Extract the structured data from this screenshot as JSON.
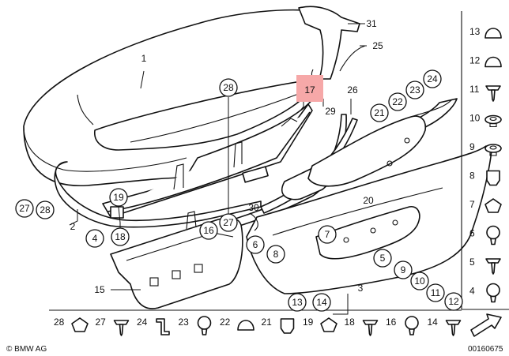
{
  "diagram": {
    "highlighted_callout": "17",
    "callouts": [
      {
        "id": "c-1",
        "label": "1",
        "style": "plain"
      },
      {
        "id": "c-31",
        "label": "31",
        "style": "plain"
      },
      {
        "id": "c-25",
        "label": "25",
        "style": "plain"
      },
      {
        "id": "c-2",
        "label": "2",
        "style": "plain"
      },
      {
        "id": "c-3",
        "label": "3",
        "style": "plain"
      },
      {
        "id": "c-15",
        "label": "15",
        "style": "plain"
      },
      {
        "id": "c-17",
        "label": "17",
        "style": "highlight"
      },
      {
        "id": "c-29",
        "label": "29",
        "style": "plain"
      },
      {
        "id": "c-26",
        "label": "26",
        "style": "plain"
      },
      {
        "id": "c-20",
        "label": "20",
        "style": "plain"
      },
      {
        "id": "c-30",
        "label": "30",
        "style": "plain"
      },
      {
        "id": "c-28a",
        "label": "28",
        "style": "circle"
      },
      {
        "id": "c-19",
        "label": "19",
        "style": "circle"
      },
      {
        "id": "c-18",
        "label": "18",
        "style": "circle"
      },
      {
        "id": "c-27a",
        "label": "27",
        "style": "circle"
      },
      {
        "id": "c-27b",
        "label": "27",
        "style": "circle"
      },
      {
        "id": "c-28b",
        "label": "28",
        "style": "circle"
      },
      {
        "id": "c-16",
        "label": "16",
        "style": "circle"
      },
      {
        "id": "c-4",
        "label": "4",
        "style": "circle"
      },
      {
        "id": "c-21",
        "label": "21",
        "style": "circle"
      },
      {
        "id": "c-22",
        "label": "22",
        "style": "circle"
      },
      {
        "id": "c-23",
        "label": "23",
        "style": "circle"
      },
      {
        "id": "c-24",
        "label": "24",
        "style": "circle"
      },
      {
        "id": "c-6",
        "label": "6",
        "style": "circle"
      },
      {
        "id": "c-8",
        "label": "8",
        "style": "circle"
      },
      {
        "id": "c-7",
        "label": "7",
        "style": "circle"
      },
      {
        "id": "c-5",
        "label": "5",
        "style": "circle"
      },
      {
        "id": "c-9",
        "label": "9",
        "style": "circle"
      },
      {
        "id": "c-10",
        "label": "10",
        "style": "circle"
      },
      {
        "id": "c-11",
        "label": "11",
        "style": "circle"
      },
      {
        "id": "c-12",
        "label": "12",
        "style": "circle"
      },
      {
        "id": "c-13",
        "label": "13",
        "style": "circle"
      },
      {
        "id": "c-14",
        "label": "14",
        "style": "circle"
      }
    ]
  },
  "sidebar": {
    "items": [
      {
        "label": "13",
        "icon": "cap-icon"
      },
      {
        "label": "12",
        "icon": "cap-icon"
      },
      {
        "label": "11",
        "icon": "screw-icon"
      },
      {
        "label": "10",
        "icon": "grommet-icon"
      },
      {
        "label": "9",
        "icon": "grommet-icon"
      },
      {
        "label": "8",
        "icon": "plug-icon"
      },
      {
        "label": "7",
        "icon": "clip-icon"
      },
      {
        "label": "6",
        "icon": "expanding-rivet-icon"
      },
      {
        "label": "5",
        "icon": "screw-icon"
      },
      {
        "label": "4",
        "icon": "expanding-rivet-icon"
      }
    ]
  },
  "bottom_strip": {
    "items": [
      {
        "label": "28",
        "icon": "clip-icon"
      },
      {
        "label": "27",
        "icon": "screw-icon"
      },
      {
        "label": "24",
        "icon": "bracket-icon"
      },
      {
        "label": "23",
        "icon": "expanding-rivet-icon"
      },
      {
        "label": "22",
        "icon": "cap-icon"
      },
      {
        "label": "21",
        "icon": "plug-icon"
      },
      {
        "label": "19",
        "icon": "clip-icon"
      },
      {
        "label": "18",
        "icon": "screw-icon"
      },
      {
        "label": "16",
        "icon": "expanding-rivet-icon"
      },
      {
        "label": "14",
        "icon": "screw-icon"
      }
    ]
  },
  "footer": {
    "brand": "© BMW AG",
    "diagram_number": "00160675"
  }
}
